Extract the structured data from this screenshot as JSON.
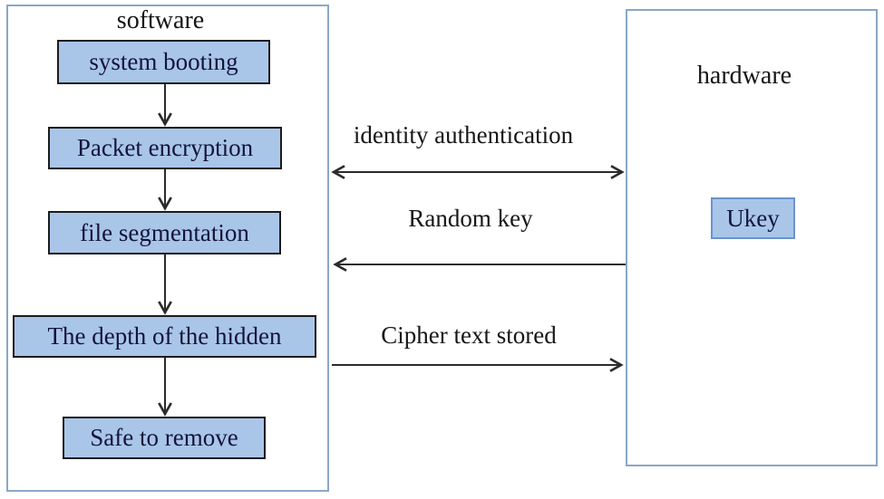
{
  "diagram": {
    "software_panel": {
      "title": "software",
      "steps": [
        "system booting",
        "Packet encryption",
        "file segmentation",
        "The depth of the hidden",
        "Safe to remove"
      ]
    },
    "hardware_panel": {
      "title": "hardware",
      "component": "Ukey"
    },
    "channels": [
      {
        "label": "identity authentication",
        "direction": "bidirectional",
        "from": "software",
        "to": "hardware"
      },
      {
        "label": "Random key",
        "direction": "left",
        "from": "hardware",
        "to": "software"
      },
      {
        "label": "Cipher text stored",
        "direction": "right",
        "from": "software",
        "to": "hardware"
      }
    ],
    "colors": {
      "box_fill": "#a9c6e9",
      "box_border": "#1c1c1c",
      "panel_border": "#8aa7c7",
      "ukey_border": "#6b93c9",
      "arrow": "#2b2b2b",
      "box_text": "#14143a",
      "label_text": "#161616"
    }
  }
}
